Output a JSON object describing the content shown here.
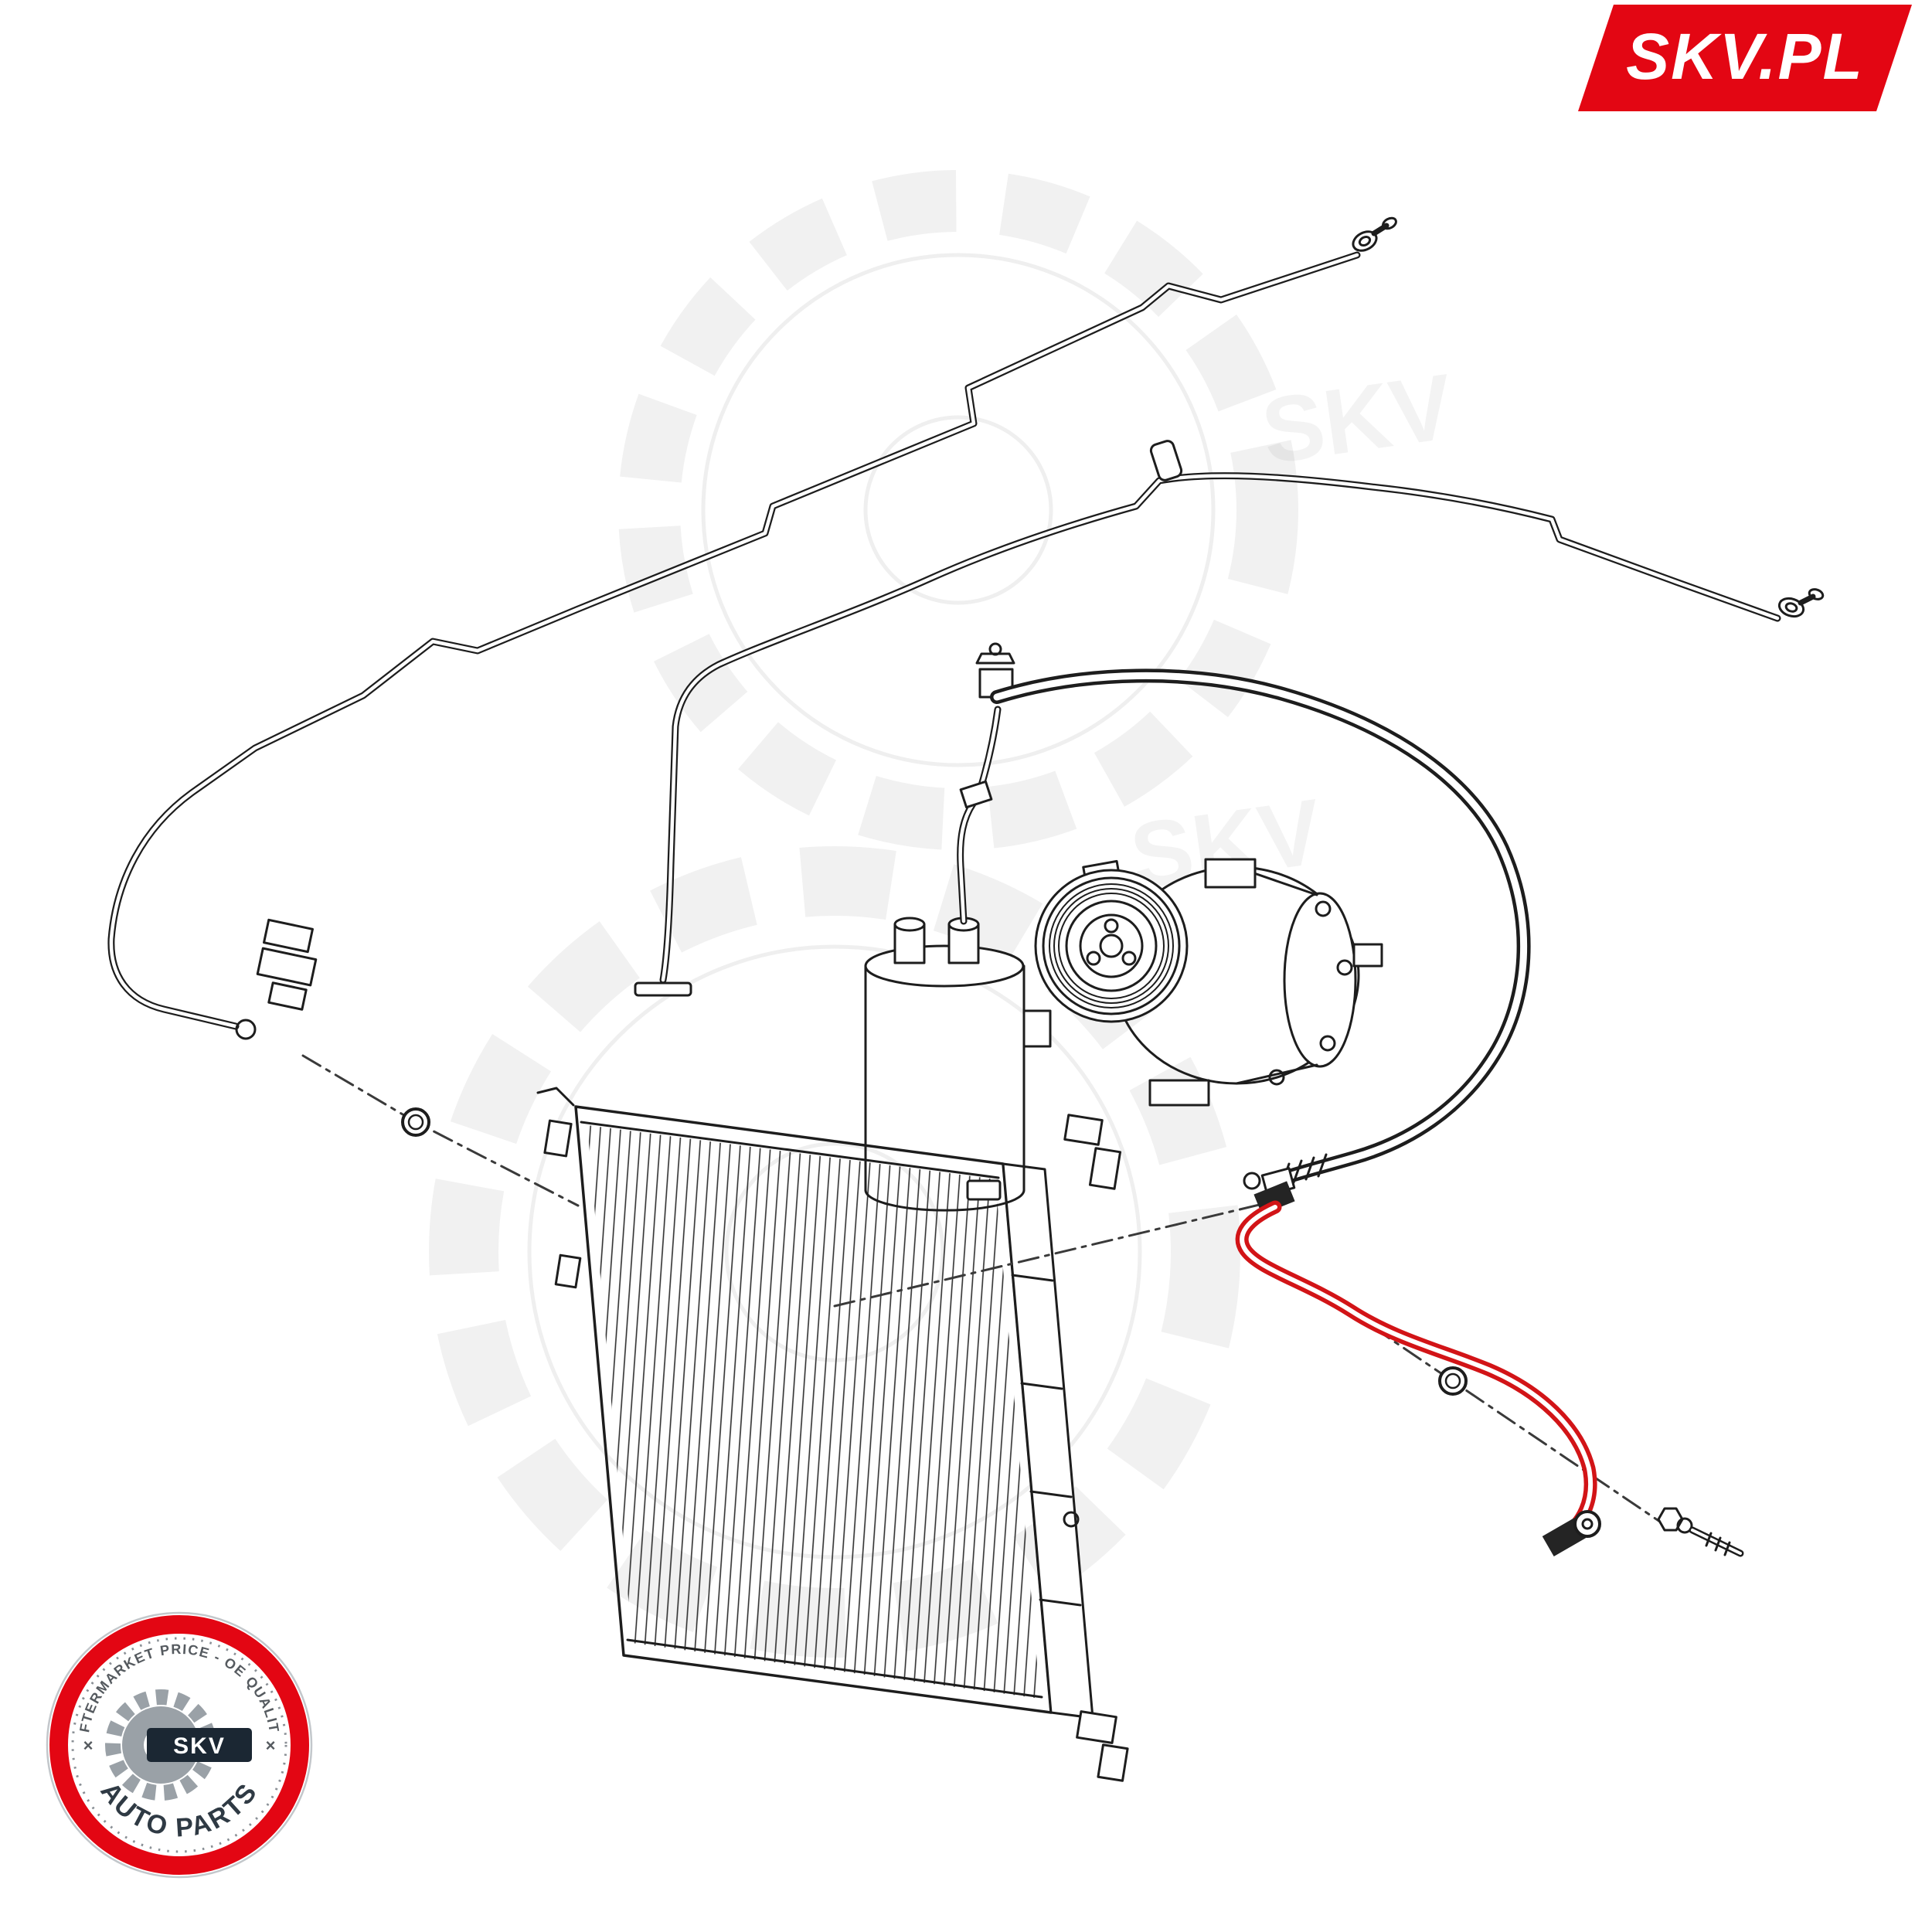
{
  "brand": {
    "badge_text": "SKV.PL",
    "badge_color": "#e30613"
  },
  "stamp": {
    "arc_top_text": "AFTERMARKET PRICE - OE QUALITY",
    "arc_bottom_text": "AUTO PARTS",
    "gear_label": "SKV",
    "separator_left": "×",
    "separator_right": "×",
    "ring_color": "#e30613",
    "text_color": "#555a5f",
    "bottom_text_color": "#2f3a44"
  },
  "watermark": {
    "text": "SKV"
  },
  "diagram": {
    "line_color": "#1d1d1d",
    "highlight_color": "#d21417"
  }
}
